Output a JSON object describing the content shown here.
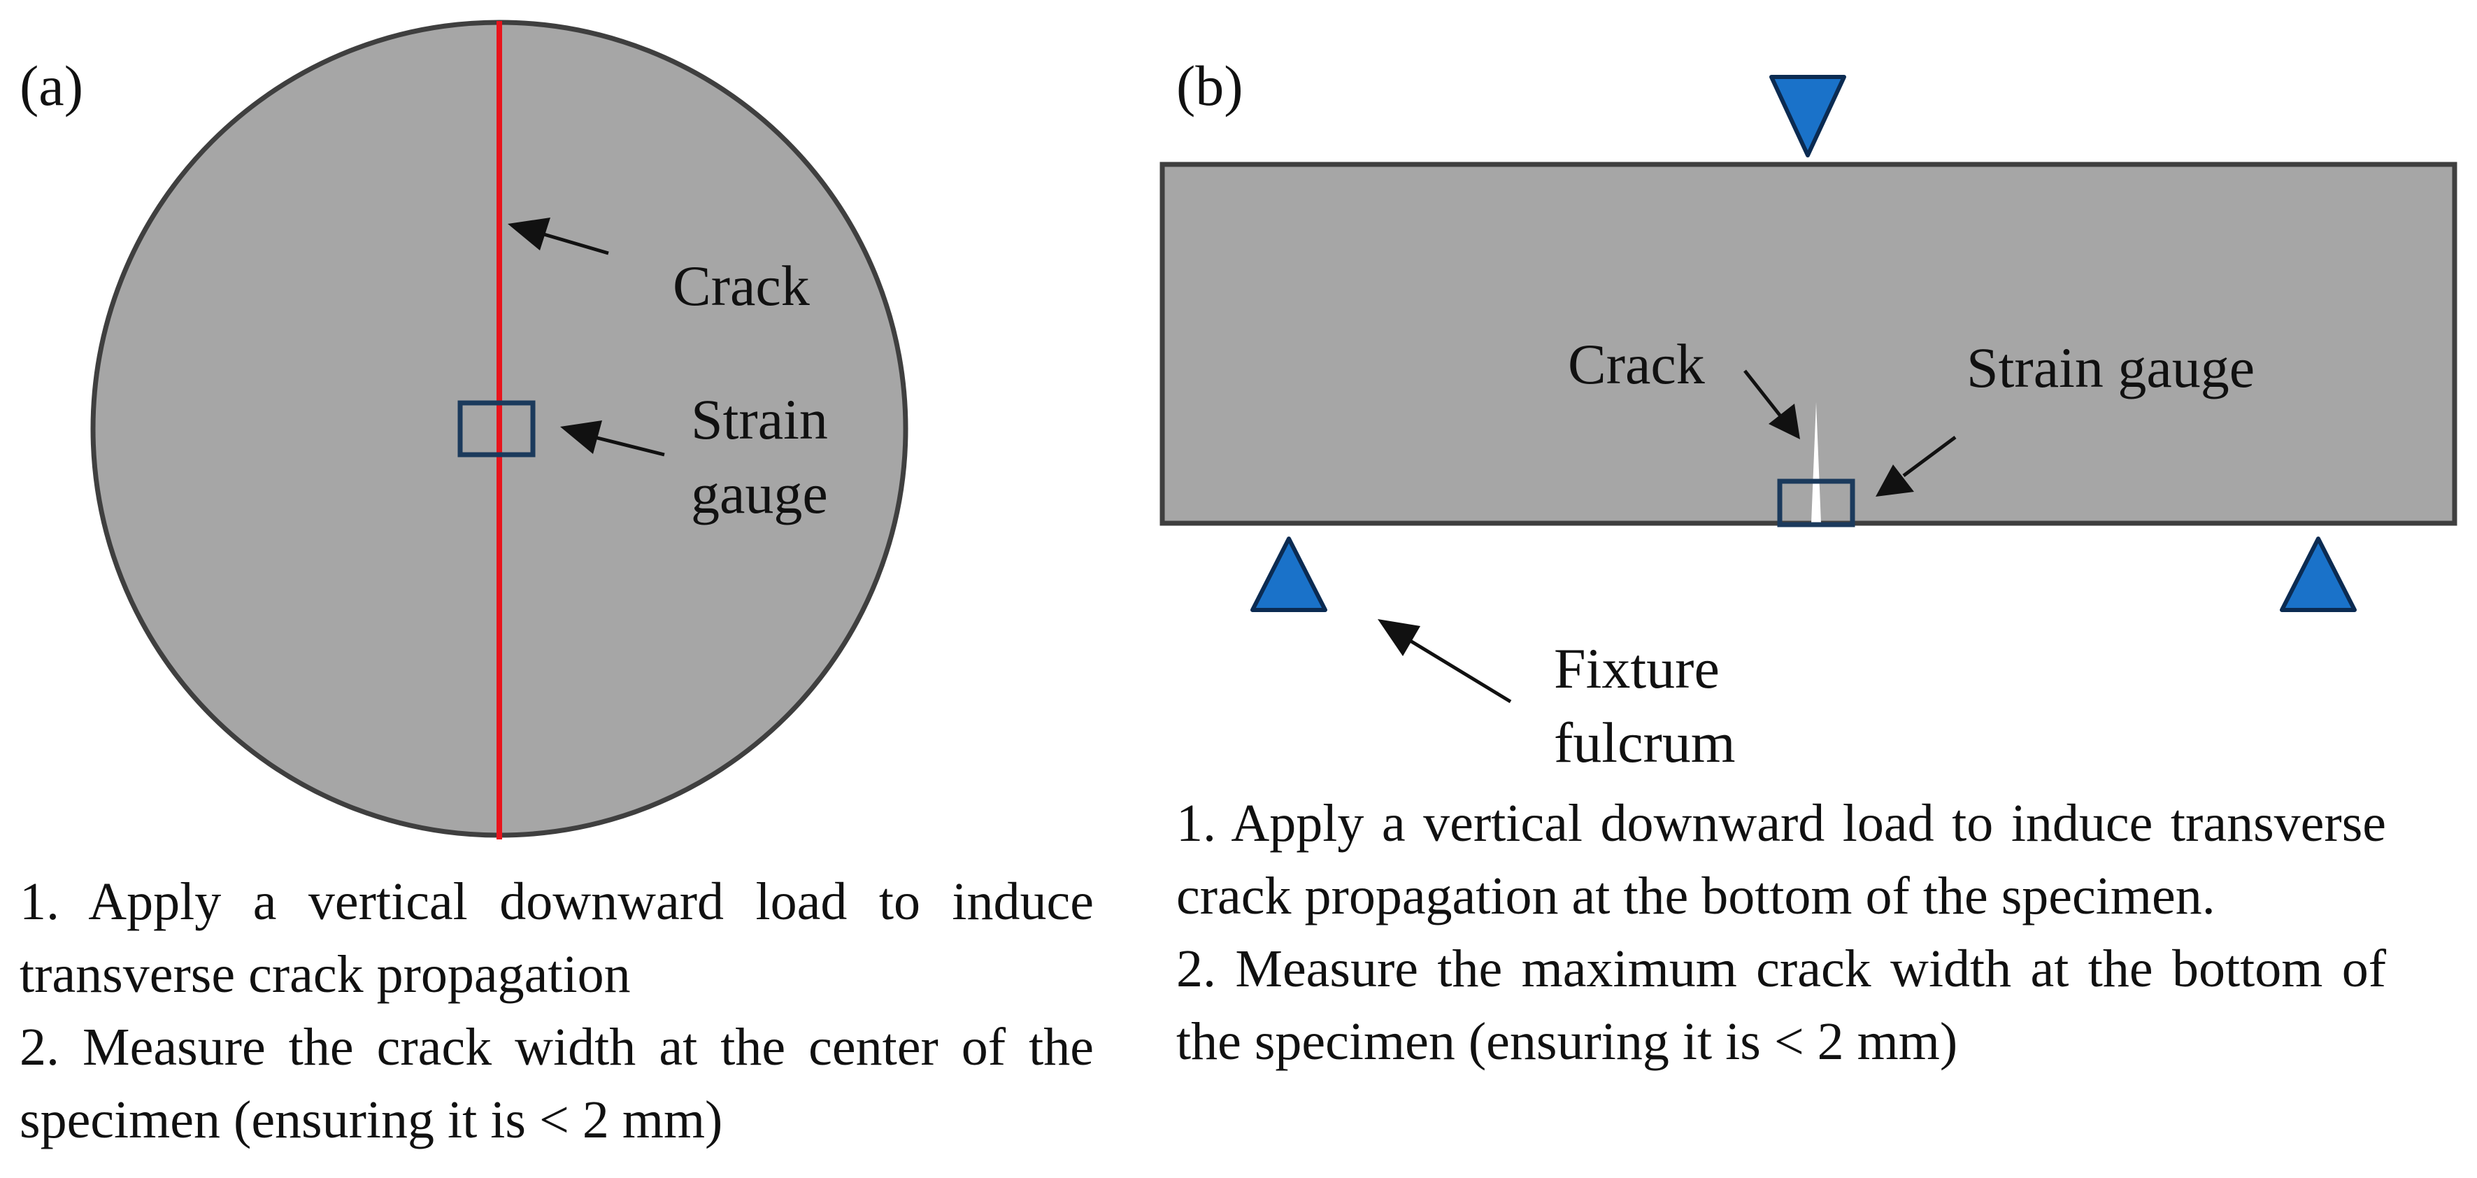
{
  "colors": {
    "specimen_fill": "#a6a6a6",
    "specimen_outline": "#3f3f3f",
    "crack_line": "#e8141c",
    "gauge_outline": "#1b3a5c",
    "support_fill": "#1a72c9",
    "support_outline": "#0b2b52",
    "arrow": "#111111",
    "notch": "#ffffff"
  },
  "icons": {
    "load_point": "triangle-down",
    "supports": "triangle-up"
  },
  "panel_a": {
    "label": "(a)",
    "crack_label": "Crack",
    "gauge_label_line1": "Strain",
    "gauge_label_line2": "gauge",
    "caption_line1": "1. Apply a vertical downward load to induce transverse crack propagation",
    "caption_line2": "2. Measure the crack width at the center of the specimen (ensuring it is < 2 mm)"
  },
  "panel_b": {
    "label": "(b)",
    "crack_label": "Crack",
    "gauge_label": "Strain gauge",
    "fulcrum_label_line1": "Fixture",
    "fulcrum_label_line2": "fulcrum",
    "caption_line1": "1. Apply a vertical downward load to induce transverse crack propagation at the bottom of the specimen.",
    "caption_line2": "2. Measure the maximum crack width at the bottom of the specimen (ensuring it is < 2 mm)"
  }
}
